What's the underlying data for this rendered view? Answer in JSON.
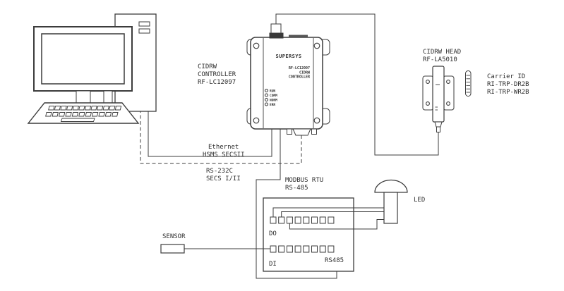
{
  "colors": {
    "line": "#3c3c3c",
    "ink": "#2e2e2e",
    "background": "#ffffff"
  },
  "controller": {
    "side_label": [
      "CIDRW",
      "CONTROLLER",
      "RF-LC12097"
    ],
    "brand": "SUPERSYS",
    "panel_lines": [
      "RF-LC12097",
      "CIDRW",
      "CONTROLLER"
    ],
    "leds": [
      "RUN",
      "COMM",
      "NORM",
      "ERR"
    ]
  },
  "head": {
    "label": [
      "CIDRW HEAD",
      "RF-LA5010"
    ]
  },
  "carrier": {
    "label": [
      "Carrier ID",
      "RI-TRP-DR2B",
      "RI-TRP-WR2B"
    ]
  },
  "connections": {
    "ethernet": [
      "Ethernet",
      "HSMS SECSII"
    ],
    "rs232": [
      "RS-232C",
      "SECS I/II"
    ],
    "modbus": [
      "MODBUS RTU",
      "RS-485"
    ]
  },
  "io_module": {
    "do_label": "DO",
    "di_label": "DI",
    "rs485_label": "RS485",
    "do_terminal_count": 8,
    "di_terminal_count": 8
  },
  "sensor": {
    "label": "SENSOR"
  },
  "led": {
    "label": "LED"
  }
}
